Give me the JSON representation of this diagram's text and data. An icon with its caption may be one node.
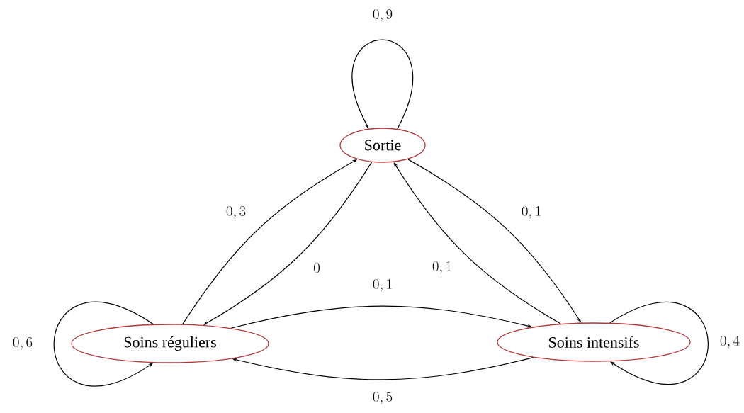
{
  "diagram": {
    "nodes": [
      {
        "text": [
          "Sortie"
        ]
      },
      {
        "text": [
          "Soins réguliers"
        ]
      },
      {
        "text": [
          "Soins intensifs"
        ]
      }
    ],
    "edges": [
      {
        "from": 0,
        "to": 0,
        "arrow": "to",
        "label": "0,9"
      },
      {
        "from": 1,
        "to": 0,
        "arrow": "to",
        "label": "0,3"
      },
      {
        "from": 0,
        "to": 1,
        "arrow": "to",
        "label": "0"
      },
      {
        "from": 0,
        "to": 2,
        "arrow": "to",
        "label": "0,1"
      },
      {
        "from": 2,
        "to": 0,
        "arrow": "to",
        "label": "0,1"
      },
      {
        "from": 1,
        "to": 2,
        "arrow": "to",
        "label": "0,1"
      },
      {
        "from": 2,
        "to": 1,
        "arrow": "to",
        "label": "0,5"
      },
      {
        "from": 1,
        "to": 1,
        "arrow": "to",
        "label": "0,6"
      },
      {
        "from": 2,
        "to": 2,
        "arrow": "to",
        "label": "0,4"
      }
    ]
  }
}
